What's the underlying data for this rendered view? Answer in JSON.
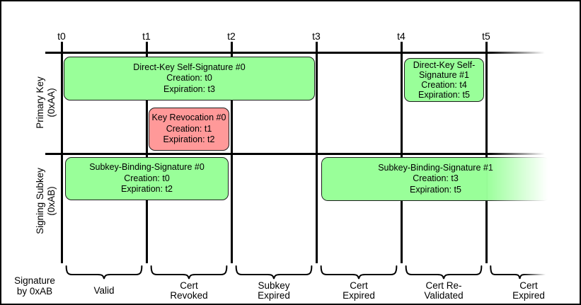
{
  "diagram": {
    "ticks": [
      "t0",
      "t1",
      "t2",
      "t3",
      "t4",
      "t5"
    ],
    "rows": {
      "primary": {
        "line1": "Primary Key",
        "line2": "(0xAA)"
      },
      "subkey": {
        "line1": "Signing Subkey",
        "line2": "(0xAB)"
      }
    },
    "boxes": {
      "dks0": {
        "color": "#99ff99",
        "lines": [
          "Direct-Key Self-Signature #0",
          "Creation: t0",
          "Expiration: t3"
        ]
      },
      "rev0": {
        "color": "#ff9999",
        "lines": [
          "Key Revocation #0",
          "Creation: t1",
          "Expiration: t2"
        ]
      },
      "dks1": {
        "color": "#99ff99",
        "lines": [
          "Direct-Key Self-",
          "Signature #1",
          "Creation: t4",
          "Expiration: t5"
        ]
      },
      "sbs0": {
        "color": "#99ff99",
        "lines": [
          "Subkey-Binding-Signature #0",
          "Creation: t0",
          "Expiration: t2"
        ]
      },
      "sbs1": {
        "color": "#99ff99",
        "lines": [
          "Subkey-Binding-Signature #1",
          "Creation: t3",
          "Expiration: t5"
        ]
      }
    },
    "bottom_axis": {
      "label": {
        "line1": "Signature",
        "line2": "by 0xAB"
      },
      "segments": [
        {
          "line1": "Valid",
          "line2": ""
        },
        {
          "line1": "Cert",
          "line2": "Revoked"
        },
        {
          "line1": "Subkey",
          "line2": "Expired"
        },
        {
          "line1": "Cert",
          "line2": "Expired"
        },
        {
          "line1": "Cert Re-",
          "line2": "Validated"
        },
        {
          "line1": "Cert",
          "line2": "Expired"
        }
      ]
    },
    "colors": {
      "green": "#99ff99",
      "red": "#ff9999",
      "line": "#000000",
      "background": "#ffffff"
    }
  }
}
